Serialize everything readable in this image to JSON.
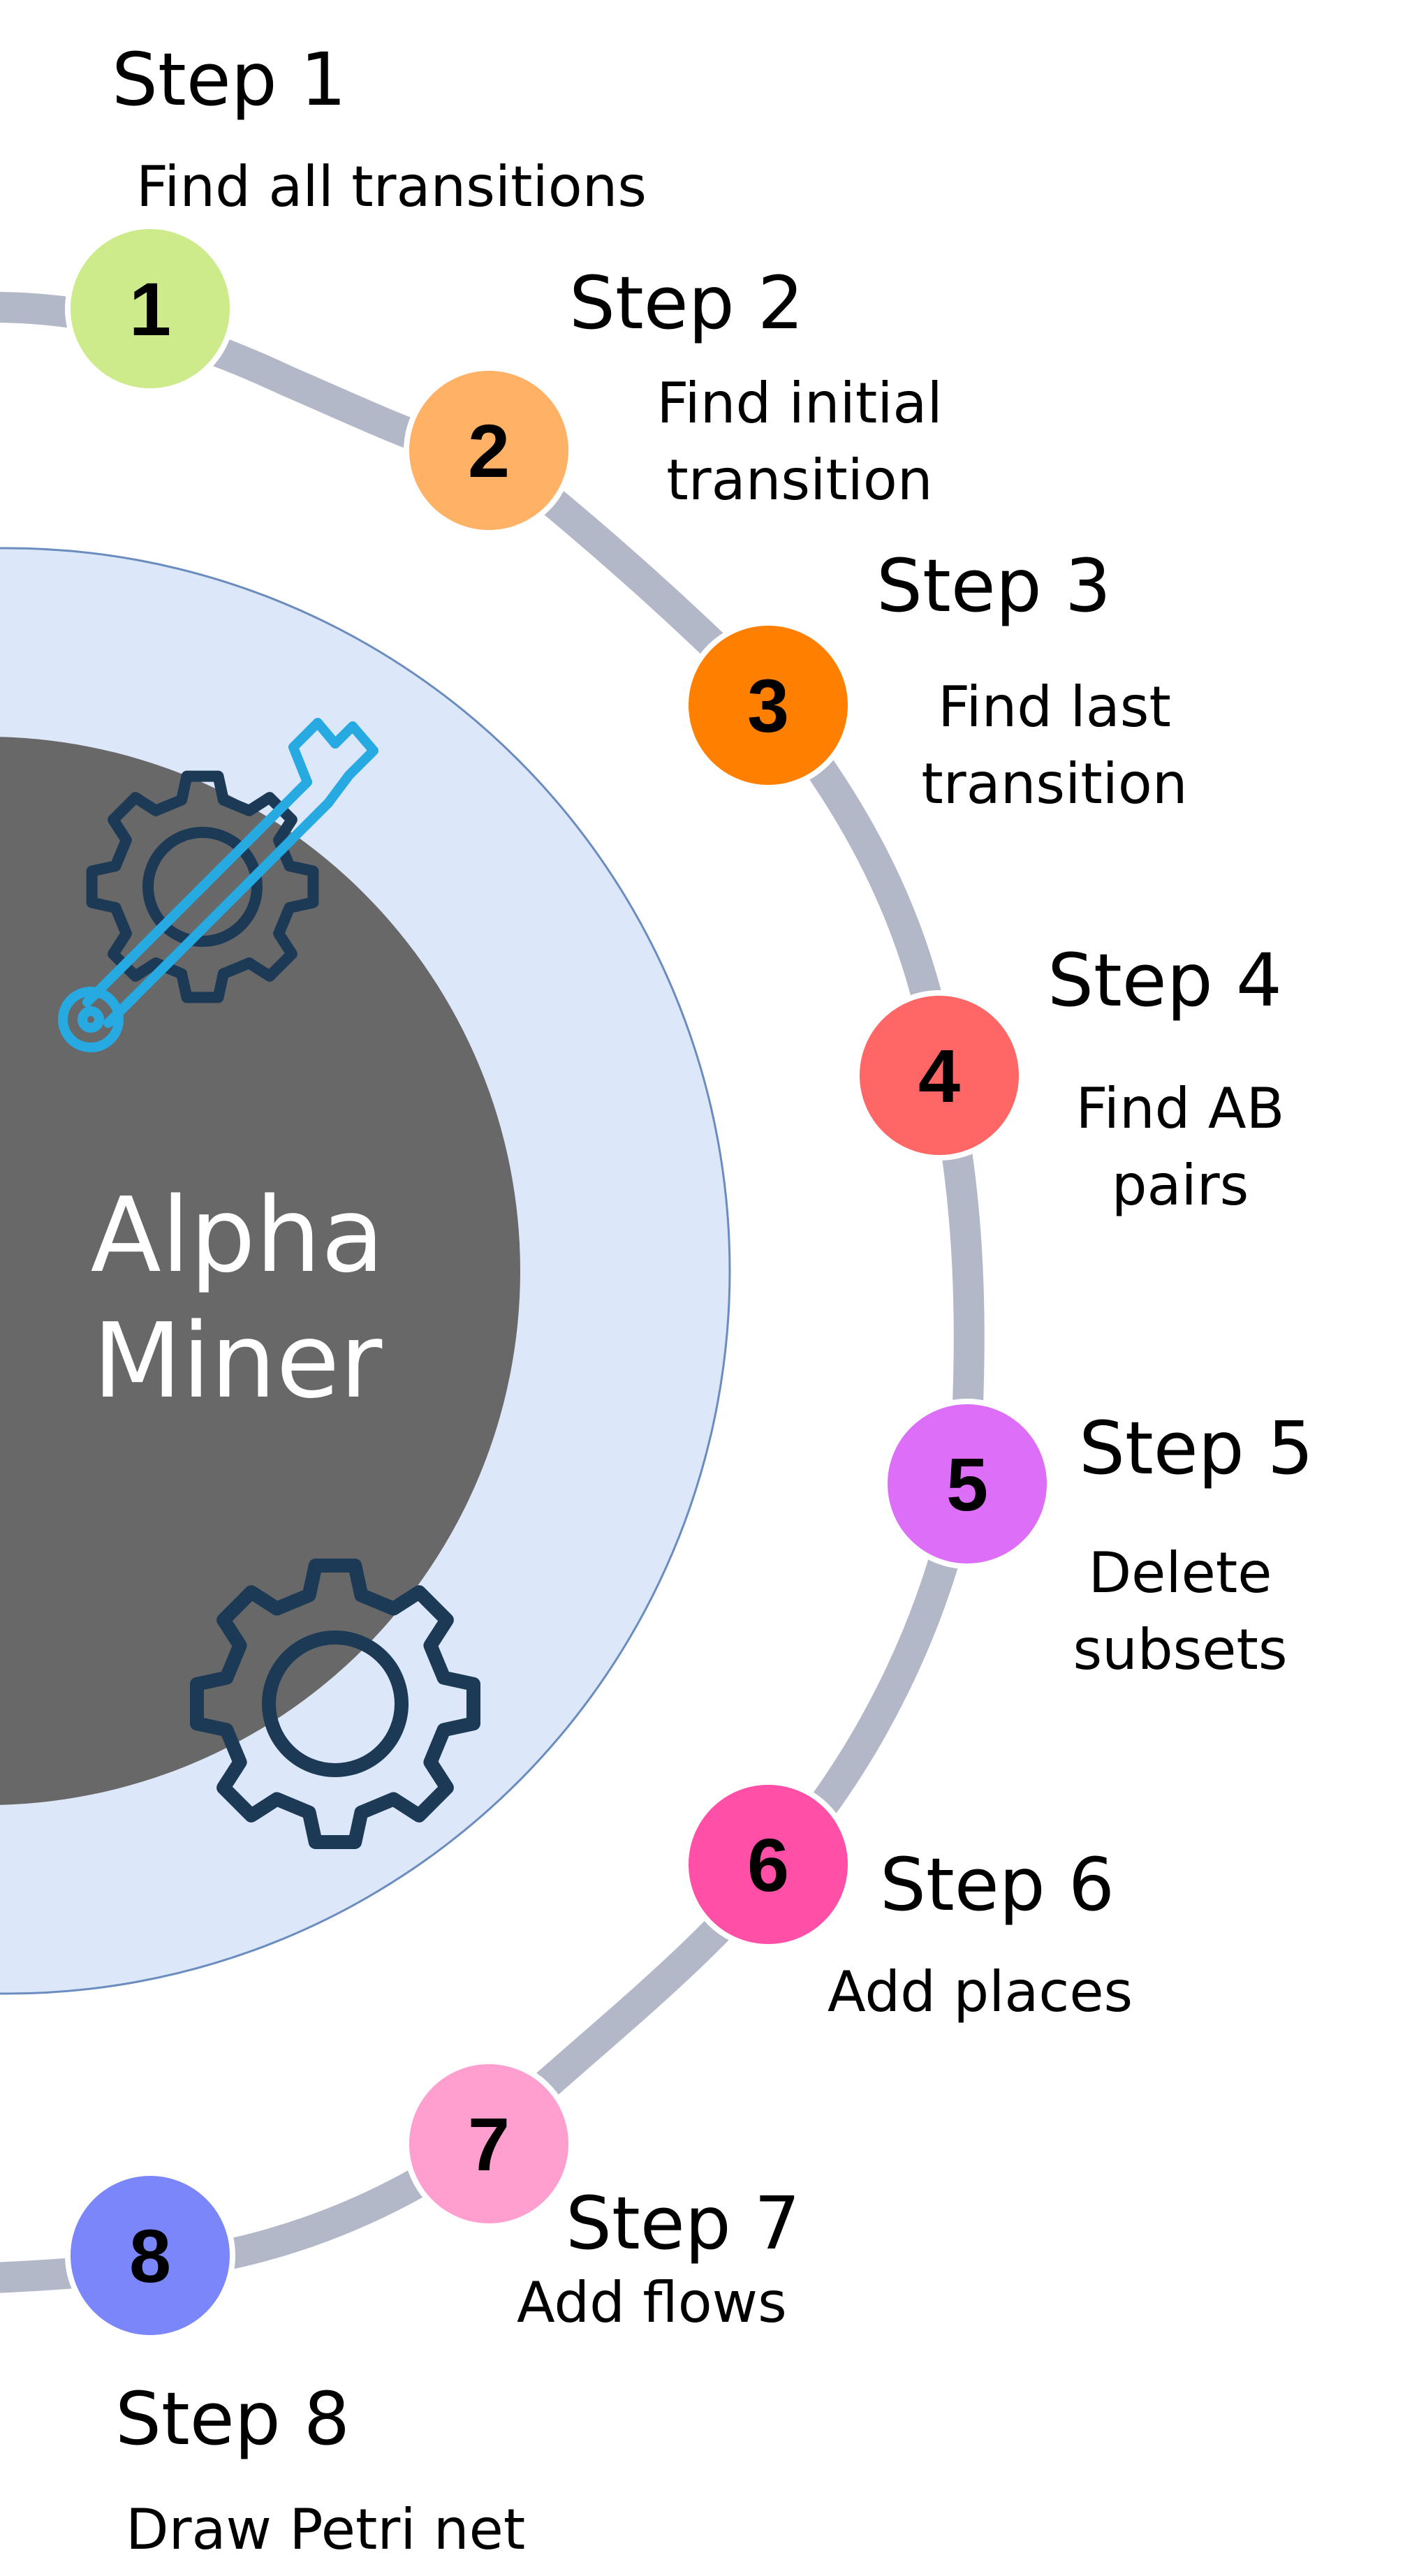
{
  "center": {
    "title_line1": "Alpha",
    "title_line2": "Miner",
    "icon_top": "gear-wrench-icon",
    "icon_bottom": "gear-icon"
  },
  "colors": {
    "track": "#b3b8c9",
    "outer_ring": "#dce8f9",
    "outer_ring_stroke": "#6a8cbf",
    "core": "#686868",
    "icon_dark": "#1c3a55",
    "icon_accent": "#27a9e1"
  },
  "steps": [
    {
      "num": "1",
      "title": "Step 1",
      "desc": [
        "Find all transitions"
      ],
      "color": "#cdeb8b"
    },
    {
      "num": "2",
      "title": "Step 2",
      "desc": [
        "Find initial",
        "transition"
      ],
      "color": "#ffb266"
    },
    {
      "num": "3",
      "title": "Step 3",
      "desc": [
        "Find last",
        "transition"
      ],
      "color": "#ff7f00"
    },
    {
      "num": "4",
      "title": "Step 4",
      "desc": [
        "Find AB",
        "pairs"
      ],
      "color": "#ff6666"
    },
    {
      "num": "5",
      "title": "Step 5",
      "desc": [
        "Delete",
        "subsets"
      ],
      "color": "#dd6ef7"
    },
    {
      "num": "6",
      "title": "Step 6",
      "desc": [
        "Add places"
      ],
      "color": "#ff4fa7"
    },
    {
      "num": "7",
      "title": "Step 7",
      "desc": [
        "Add flows"
      ],
      "color": "#ff9fcf"
    },
    {
      "num": "8",
      "title": "Step 8",
      "desc": [
        "Draw Petri net"
      ],
      "color": "#7b86fb"
    }
  ]
}
